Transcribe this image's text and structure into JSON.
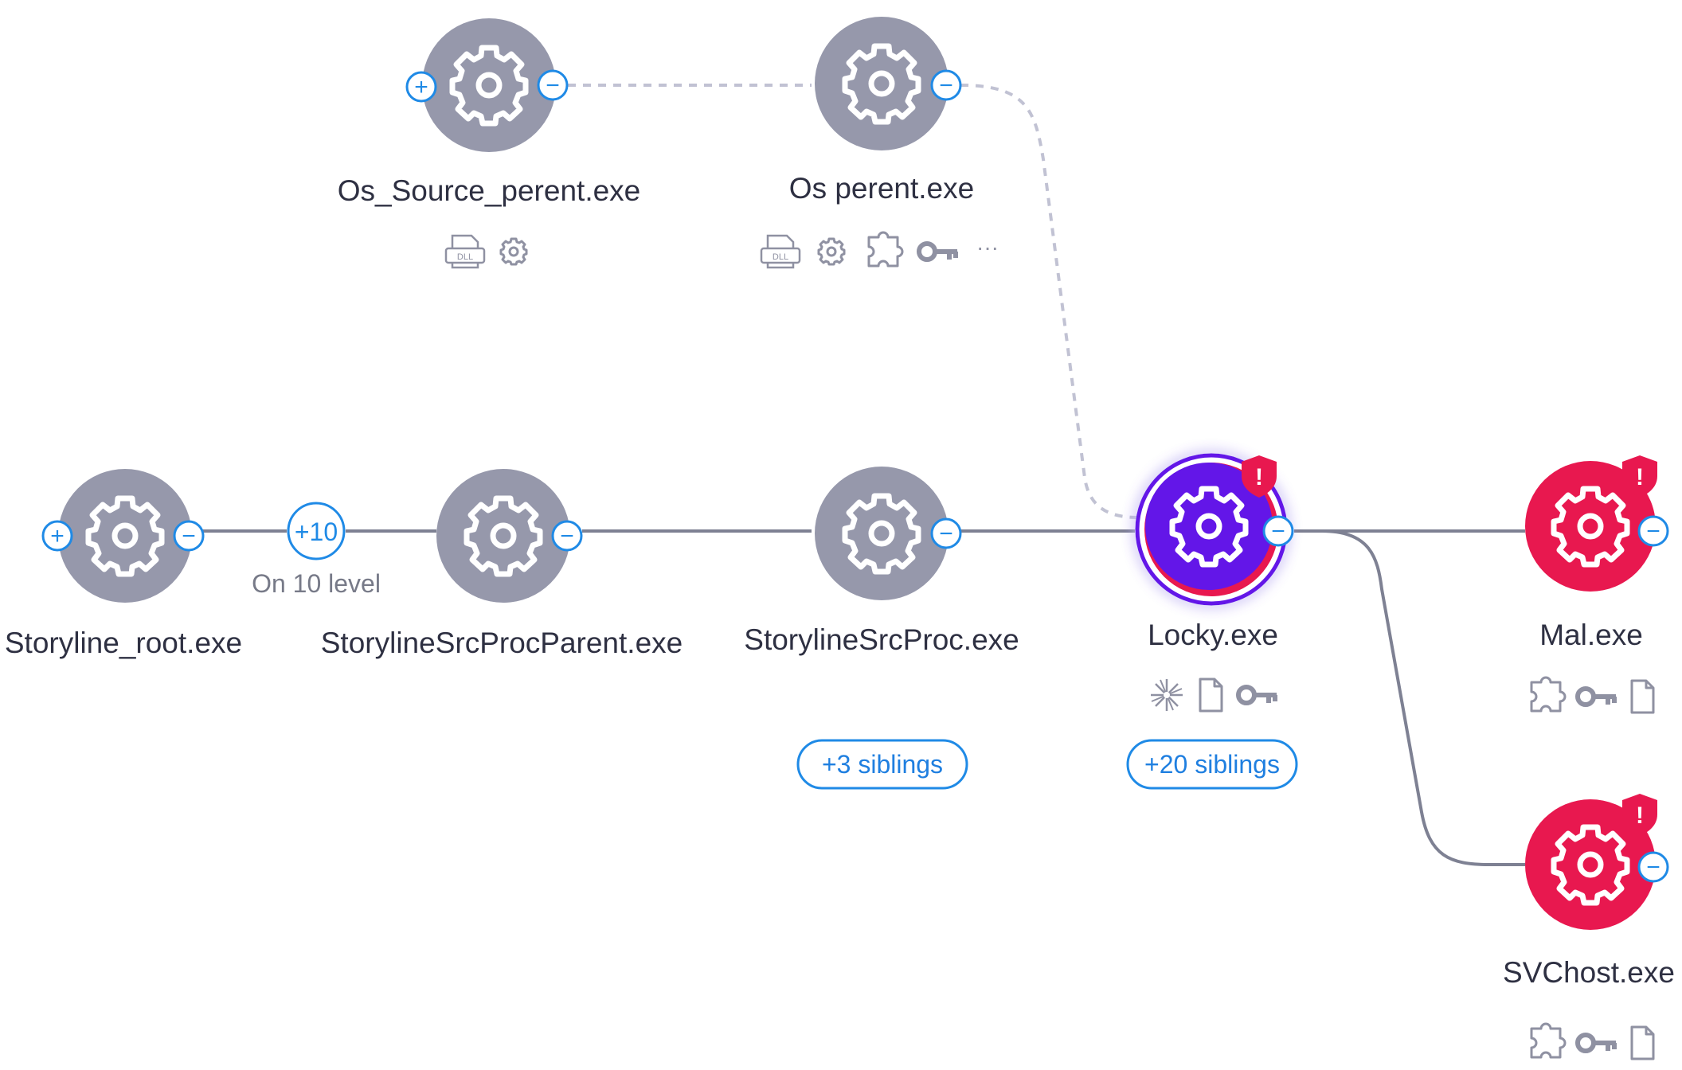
{
  "colors": {
    "node_gray": "#9698ab",
    "node_purple": "#6316e8",
    "node_red": "#e8184f",
    "accent_blue": "#1f8ae6",
    "edge": "#7e8193",
    "edge_dashed": "#c1c2d3",
    "icon_gray": "#8f91a2"
  },
  "nodes": {
    "os_source": {
      "label": "Os_Source_perent.exe",
      "icons": [
        "dll-icon",
        "gear-icon"
      ]
    },
    "os_parent": {
      "label": "Os perent.exe",
      "icons": [
        "dll-icon",
        "gear-icon",
        "puzzle-icon",
        "key-icon",
        "more-icon"
      ],
      "more_text": "···"
    },
    "storyline_root": {
      "label": "Storyline_root.exe"
    },
    "src_proc_parent": {
      "label": "StorylineSrcProcParent.exe"
    },
    "src_proc": {
      "label": "StorylineSrcProc.exe",
      "siblings": "+3 siblings"
    },
    "locky": {
      "label": "Locky.exe",
      "icons": [
        "burst-icon",
        "file-icon",
        "key-icon"
      ],
      "siblings": "+20 siblings",
      "alert": "!"
    },
    "mal": {
      "label": "Mal.exe",
      "icons": [
        "puzzle-icon",
        "key-icon",
        "file-icon"
      ],
      "alert": "!"
    },
    "svchost": {
      "label": "SVChost.exe",
      "icons": [
        "puzzle-icon",
        "key-icon",
        "file-icon"
      ],
      "alert": "!"
    }
  },
  "collapsed": {
    "count": "+10",
    "caption": "On 10 level"
  },
  "controls": {
    "expand_symbol": "+",
    "collapse_symbol": "−"
  }
}
